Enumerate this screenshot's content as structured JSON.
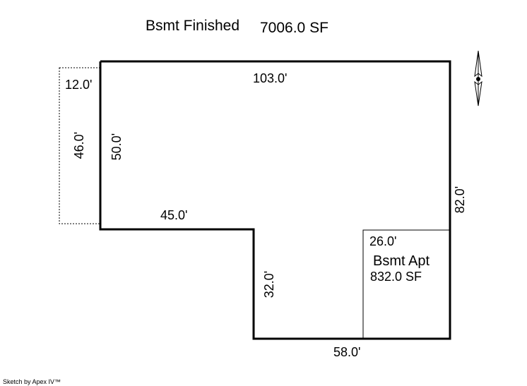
{
  "title": {
    "area_name": "Bsmt Finished",
    "area_size": "7006.0 SF"
  },
  "dimensions": {
    "top": "103.0'",
    "left_upper": "50.0'",
    "offset_width": "12.0'",
    "offset_height": "46.0'",
    "inner_ledge": "45.0'",
    "inner_drop": "32.0'",
    "right": "82.0'",
    "bottom": "58.0'"
  },
  "sub_area": {
    "name": "Bsmt Apt",
    "size": "832.0 SF",
    "width": "26.0'"
  },
  "footer": {
    "credit": "Sketch by Apex IV™"
  },
  "icons": {
    "compass": "north-arrow-icon"
  },
  "colors": {
    "line": "#000000",
    "background": "#ffffff"
  }
}
